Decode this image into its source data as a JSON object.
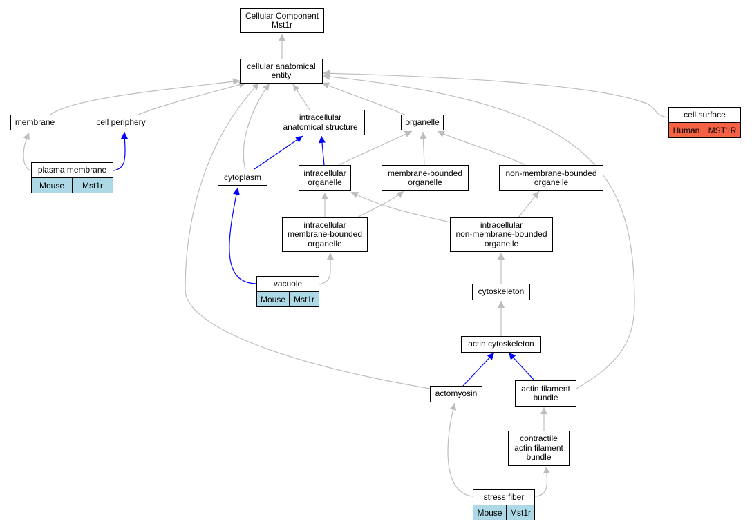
{
  "colors": {
    "edge_default": "#bdbdbd",
    "edge_highlight": "#0000ff",
    "mouse": "#add8e6",
    "human": "#f46243"
  },
  "nodes": {
    "root": "Cellular Component\nMst1r",
    "cae": "cellular anatomical\nentity",
    "membrane": "membrane",
    "cell_periphery": "cell periphery",
    "ias": "intracellular\nanatomical structure",
    "organelle": "organelle",
    "cell_surface": "cell surface",
    "plasma_membrane": "plasma membrane",
    "cytoplasm": "cytoplasm",
    "intracellular_organelle": "intracellular\norganelle",
    "membrane_bounded_organelle": "membrane-bounded\norganelle",
    "non_membrane_bounded_organelle": "non-membrane-bounded\norganelle",
    "intracellular_mbo": "intracellular\nmembrane-bounded\norganelle",
    "intracellular_nmbo": "intracellular\nnon-membrane-bounded\norganelle",
    "vacuole": "vacuole",
    "cytoskeleton": "cytoskeleton",
    "actin_cytoskeleton": "actin cytoskeleton",
    "actomyosin": "actomyosin",
    "actin_filament_bundle": "actin filament\nbundle",
    "contractile_afb": "contractile\nactin filament\nbundle",
    "stress_fiber": "stress fiber"
  },
  "annotations": {
    "cell_surface": {
      "species": "Human",
      "gene": "MST1R"
    },
    "plasma_membrane": {
      "species": "Mouse",
      "gene": "Mst1r"
    },
    "vacuole": {
      "species": "Mouse",
      "gene": "Mst1r"
    },
    "stress_fiber": {
      "species": "Mouse",
      "gene": "Mst1r"
    }
  }
}
